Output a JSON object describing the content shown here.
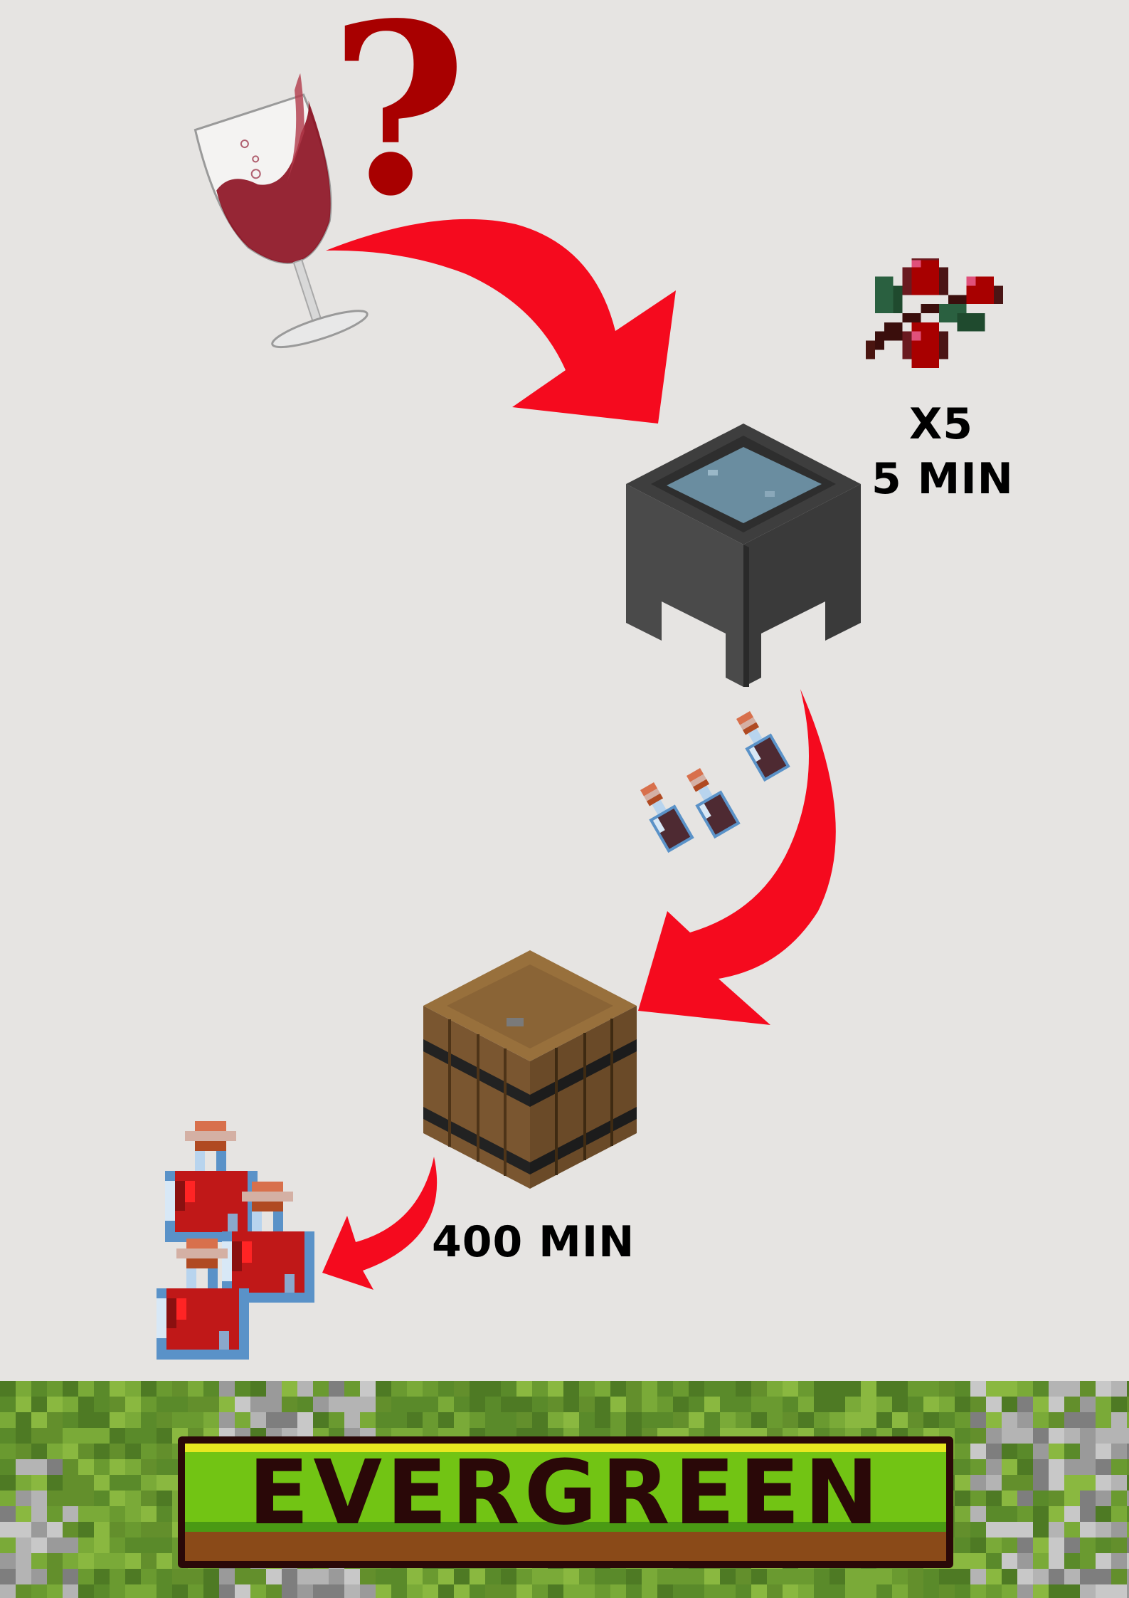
{
  "diagram": {
    "title_symbol": "?",
    "start_item": "wine-glass",
    "steps": [
      {
        "id": "ingredient",
        "item": "sweet-berries",
        "quantity_label": "X5",
        "time_label": "5 MIN"
      },
      {
        "id": "cauldron",
        "item": "water-cauldron"
      },
      {
        "id": "intermediate",
        "item": "dark-potion-bottles",
        "count": 3
      },
      {
        "id": "barrel",
        "item": "barrel",
        "time_label": "400 MIN"
      },
      {
        "id": "result",
        "item": "red-wine-bottles",
        "count": 3
      }
    ]
  },
  "colors": {
    "background": "#e6e4e2",
    "arrow": "#f50a1e",
    "question_mark": "#a80000",
    "wine": "#8c1020",
    "text": "#000000"
  },
  "footer": {
    "logo_text": "EVERGREEN"
  }
}
